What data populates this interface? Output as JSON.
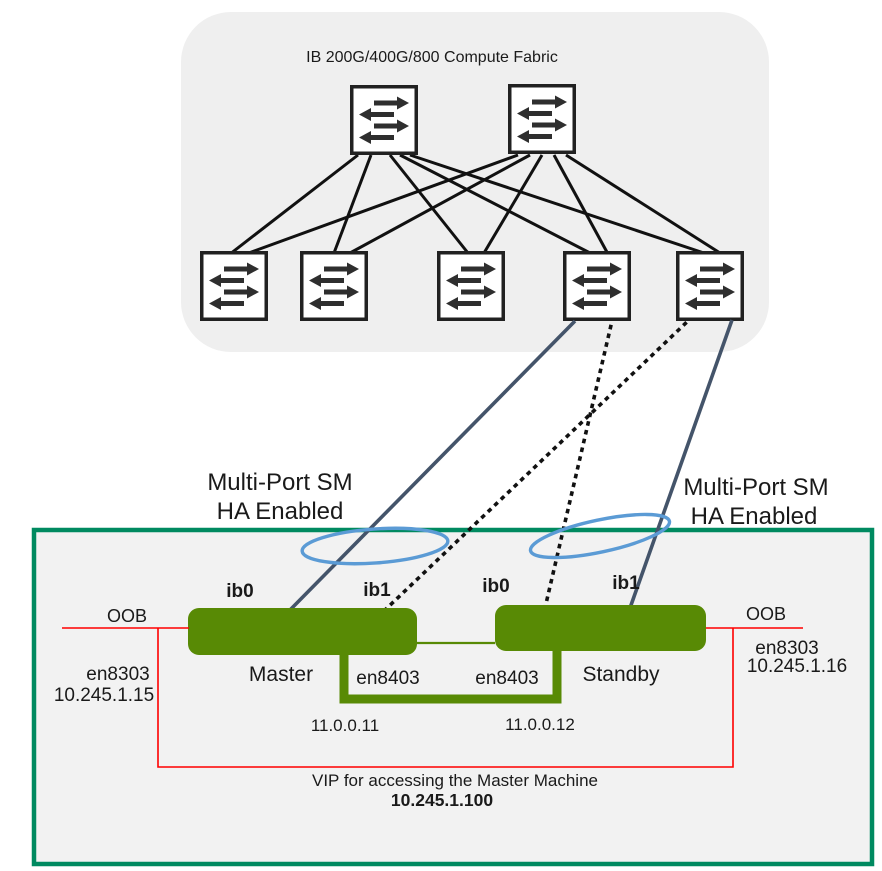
{
  "diagram": {
    "fabric": {
      "title": "IB 200G/400G/800 Compute Fabric",
      "spine_count": 2,
      "leaf_count": 5,
      "icon": "switch-icon (bidirectional arrows)"
    },
    "ha_note": {
      "line1": "Multi-Port SM",
      "line2": "HA Enabled"
    },
    "nodes": {
      "master": {
        "name": "Master",
        "ports": [
          "ib0",
          "ib1"
        ],
        "oob_label": "OOB",
        "oob_iface": "en8303",
        "oob_ip": "10.245.1.15",
        "ha_iface": "en8403",
        "ha_ip": "11.0.0.11"
      },
      "standby": {
        "name": "Standby",
        "ports": [
          "ib0",
          "ib1"
        ],
        "oob_label": "OOB",
        "oob_iface": "en8303",
        "oob_ip": "10.245.1.16",
        "ha_iface": "en8403",
        "ha_ip": "11.0.0.12"
      }
    },
    "vip": {
      "caption": "VIP for accessing the Master Machine",
      "ip": "10.245.1.100"
    }
  },
  "colors": {
    "node_green": "#588a05",
    "enclosure_border": "#008a60",
    "enclosure_bg": "#f2f2f2",
    "fabric_bg": "#efefef",
    "link_red": "#ff0000",
    "link_slate": "#44546a",
    "ellipse_blue": "#5b9bd5",
    "line_black": "#111111",
    "switch_border": "#212121",
    "switch_arrow": "#2e2e2e",
    "text_color": "#1a1a1a"
  }
}
